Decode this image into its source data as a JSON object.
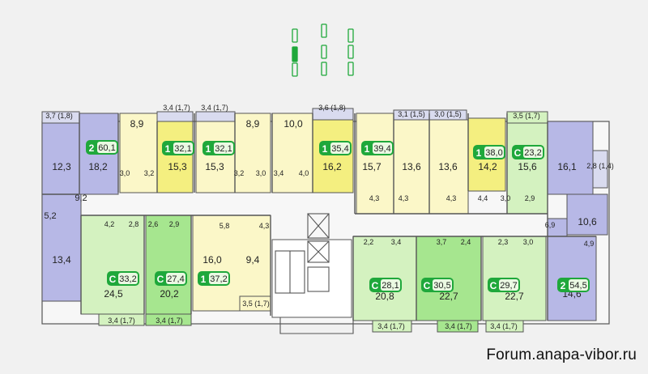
{
  "colors": {
    "violet": "#b7b8e6",
    "light_yellow": "#fbf7c8",
    "yellow": "#f4ef80",
    "light_green": "#d4f2c0",
    "green": "#a6e68f",
    "badge_green": "#1fa83b",
    "badge_blue": "#2a5fd1",
    "balcony": "#d9dbef",
    "corridor": "#f7f7f7",
    "stair": "#ffffff"
  },
  "apartments": [
    {
      "id": "a1",
      "type": "2",
      "area": "60,1",
      "color": "violet"
    },
    {
      "id": "a2",
      "type": "1",
      "area": "32,1",
      "color": "yellow"
    },
    {
      "id": "a3",
      "type": "1",
      "area": "32,1",
      "color": "light_yellow"
    },
    {
      "id": "a4",
      "type": "1",
      "area": "35,4",
      "color": "yellow"
    },
    {
      "id": "a5",
      "type": "1",
      "area": "39,4",
      "color": "light_yellow"
    },
    {
      "id": "a6",
      "type": "1",
      "area": "38,0",
      "color": "yellow"
    },
    {
      "id": "a7",
      "type": "С",
      "area": "23,2",
      "color": "light_green"
    },
    {
      "id": "a8",
      "type": "С",
      "area": "33,2",
      "color": "light_green"
    },
    {
      "id": "a9",
      "type": "С",
      "area": "27,4",
      "color": "green"
    },
    {
      "id": "a10",
      "type": "1",
      "area": "37,2",
      "color": "light_yellow"
    },
    {
      "id": "a11",
      "type": "С",
      "area": "28,1",
      "color": "light_green"
    },
    {
      "id": "a12",
      "type": "С",
      "area": "30,5",
      "color": "green"
    },
    {
      "id": "a13",
      "type": "С",
      "area": "29,7",
      "color": "light_green"
    },
    {
      "id": "a14",
      "type": "2",
      "area": "54,5",
      "color": "violet"
    }
  ],
  "room_labels": [
    "3,7 (1,8)",
    "12,3",
    "18,2",
    "9,2",
    "5,2",
    "13,4",
    "8,9",
    "3,0",
    "3,2",
    "15,3",
    "3,4 (1,7)",
    "3,4 (1,7)",
    "15,3",
    "3,2",
    "8,9",
    "3,0",
    "10,0",
    "3,4",
    "4,0",
    "3,6 (1,8)",
    "16,2",
    "15,7",
    "4,3",
    "3,1 (1,5)",
    "13,6",
    "4,3",
    "3,0 (1,5)",
    "13,6",
    "4,3",
    "14,2",
    "4,4",
    "3,5 (1,7)",
    "15,6",
    "3,0",
    "2,9",
    "16,1",
    "2,8 (1,4)",
    "10,6",
    "6,9",
    "4,9",
    "14,6",
    "4,2",
    "2,8",
    "24,5",
    "3,4 (1,7)",
    "2,6",
    "2,9",
    "20,2",
    "3,4 (1,7)",
    "5,8",
    "4,3",
    "16,0",
    "9,4",
    "3,5 (1,7)",
    "2,2",
    "3,4",
    "20,8",
    "3,4 (1,7)",
    "3,7",
    "2,4",
    "22,7",
    "3,4 (1,7)",
    "2,3",
    "3,0",
    "22,7",
    "3,4 (1,7)"
  ],
  "footer": {
    "site": "Forum.anapa-vibor.ru"
  }
}
